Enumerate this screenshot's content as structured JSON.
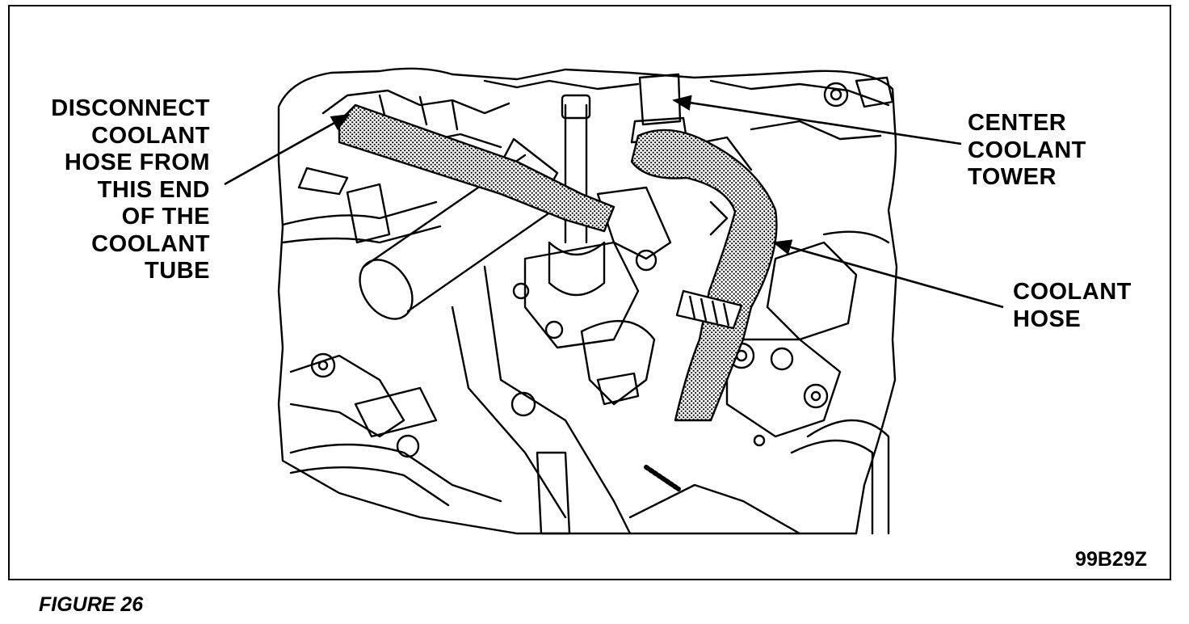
{
  "figure": {
    "callouts": {
      "left": "DISCONNECT\nCOOLANT\nHOSE FROM\nTHIS END\nOF THE\nCOOLANT\nTUBE",
      "tower": "CENTER\nCOOLANT\nTOWER",
      "hose": "COOLANT\nHOSE"
    },
    "code": "99B29Z",
    "caption": "FIGURE 26"
  }
}
